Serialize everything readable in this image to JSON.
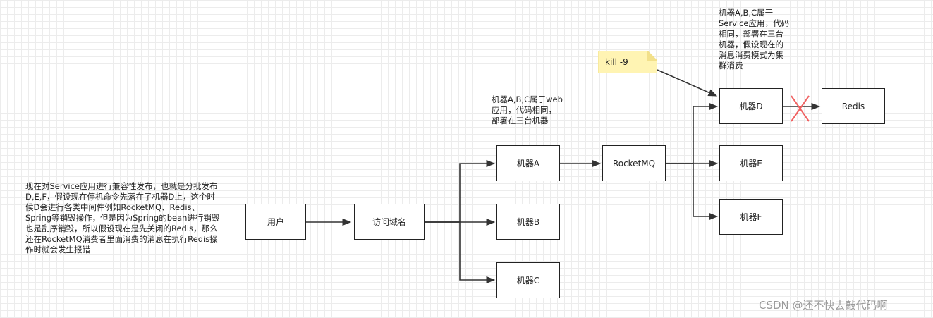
{
  "nodes": {
    "user": "用户",
    "domain": "访问域名",
    "machine_a": "机器A",
    "machine_b": "机器B",
    "machine_c": "机器C",
    "rocketmq": "RocketMQ",
    "machine_d": "机器D",
    "machine_e": "机器E",
    "machine_f": "机器F",
    "redis": "Redis"
  },
  "sticky_note": "kill -9",
  "notes": {
    "web_group": "机器A,B,C属于web\n应用，代码相同，\n部署在三台机器",
    "service_group": "机器A,B,C属于\nService应用，代码\n相同，部署在三台\n机器，假设现在的\n消息消费模式为集\n群消费",
    "description": "现在对Service应用进行兼容性发布，也就是分批发布\nD,E,F，假设现在停机命令先落在了机器D上，这个时\n候D会进行各类中间件例如RocketMQ、Redis、\nSpring等销毁操作，但是因为Spring的bean进行销毁\n也是乱序销毁，所以假设现在是先关闭的Redis，那么\n还在RocketMQ消费者里面消费的消息在执行Redis操\n作时就会发生报错"
  },
  "watermark": "CSDN @还不快去敲代码啊",
  "colors": {
    "line": "#333333",
    "sticky_fill": "#fff4b3",
    "sticky_fold": "#f2e08a",
    "cross": "#f06060"
  }
}
